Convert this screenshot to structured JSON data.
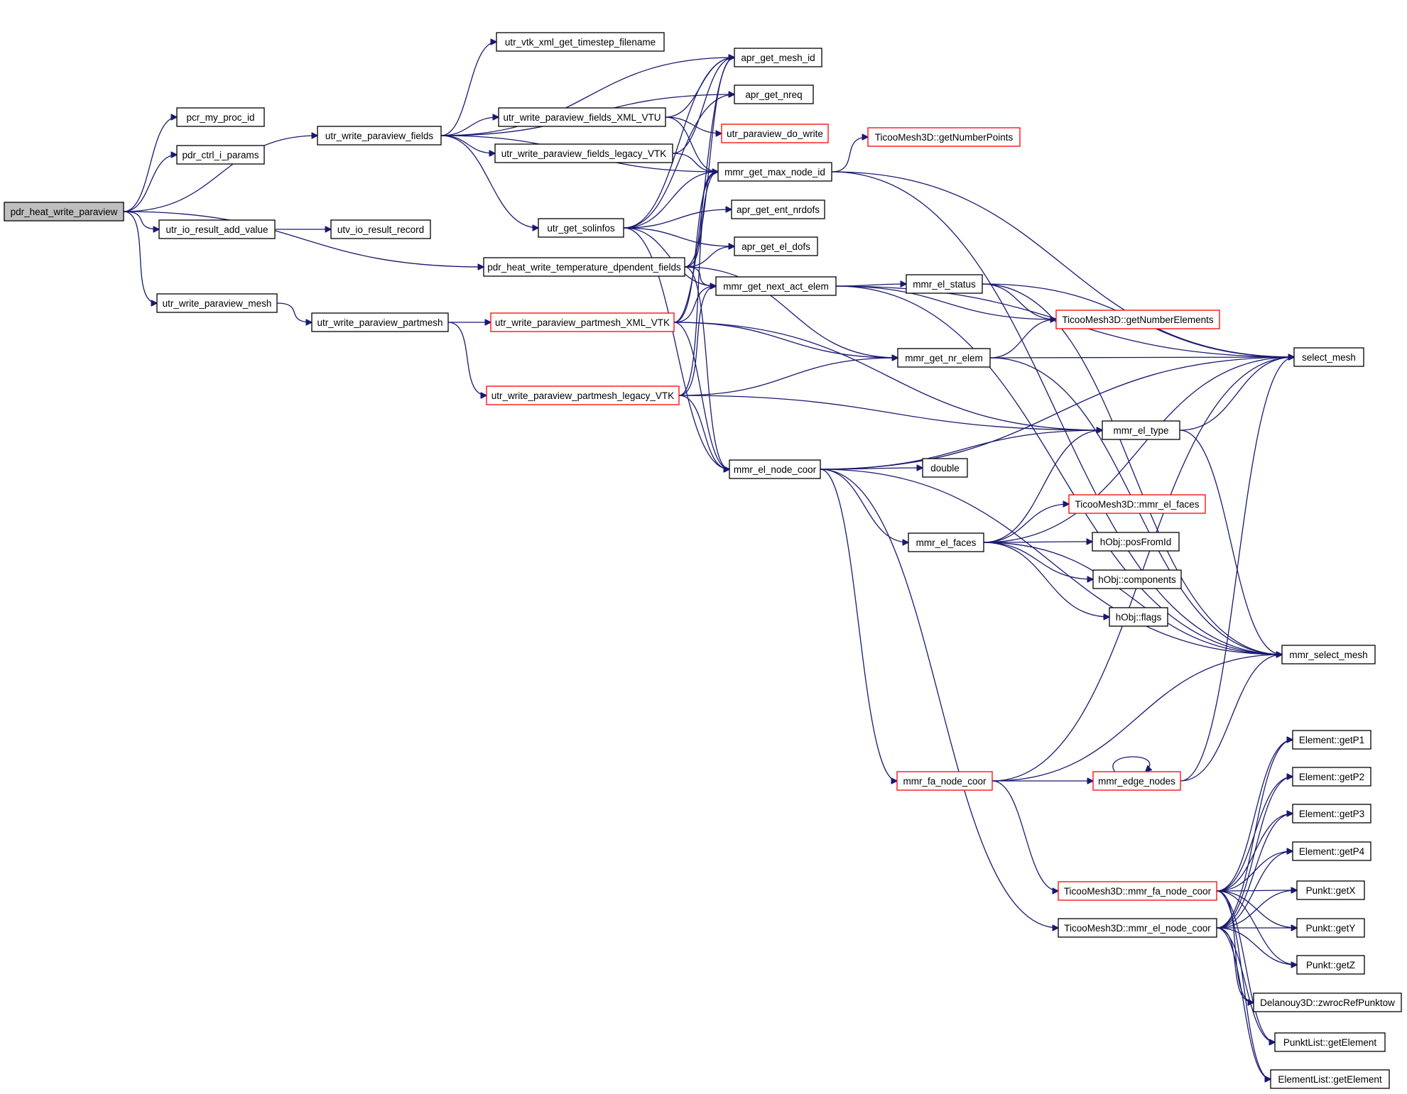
{
  "colors": {
    "edge": "#191970",
    "normal_border": "#000000",
    "red_border": "#ff0000",
    "root_fill": "#bfbfbf"
  },
  "nodes": [
    {
      "id": "pdr_heat_write_paraview",
      "label": "pdr_heat_write_paraview",
      "style": "root"
    },
    {
      "id": "pcr_my_proc_id",
      "label": "pcr_my_proc_id",
      "style": "normal"
    },
    {
      "id": "pdr_ctrl_i_params",
      "label": "pdr_ctrl_i_params",
      "style": "normal"
    },
    {
      "id": "utr_write_paraview_fields",
      "label": "utr_write_paraview_fields",
      "style": "normal"
    },
    {
      "id": "utr_io_result_add_value",
      "label": "utr_io_result_add_value",
      "style": "normal"
    },
    {
      "id": "utv_io_result_record",
      "label": "utv_io_result_record",
      "style": "normal"
    },
    {
      "id": "utr_write_paraview_mesh",
      "label": "utr_write_paraview_mesh",
      "style": "normal"
    },
    {
      "id": "utr_write_paraview_partmesh",
      "label": "utr_write_paraview_partmesh",
      "style": "normal"
    },
    {
      "id": "utr_vtk_xml_get_timestep_filename",
      "label": "utr_vtk_xml_get_timestep_filename",
      "style": "normal"
    },
    {
      "id": "utr_write_paraview_fields_XML_VTU",
      "label": "utr_write_paraview_fields_XML_VTU",
      "style": "normal"
    },
    {
      "id": "utr_write_paraview_fields_legacy_VTK",
      "label": "utr_write_paraview_fields_legacy_VTK",
      "style": "normal"
    },
    {
      "id": "utr_get_solinfos",
      "label": "utr_get_solinfos",
      "style": "normal"
    },
    {
      "id": "pdr_heat_write_temperature_dpendent_fields",
      "label": "pdr_heat_write_temperature_dpendent_fields",
      "style": "normal"
    },
    {
      "id": "utr_write_paraview_partmesh_XML_VTK",
      "label": "utr_write_paraview_partmesh_XML_VTK",
      "style": "red"
    },
    {
      "id": "utr_write_paraview_partmesh_legacy_VTK",
      "label": "utr_write_paraview_partmesh_legacy_VTK",
      "style": "red"
    },
    {
      "id": "apr_get_mesh_id",
      "label": "apr_get_mesh_id",
      "style": "normal"
    },
    {
      "id": "apr_get_nreq",
      "label": "apr_get_nreq",
      "style": "normal"
    },
    {
      "id": "utr_paraview_do_write",
      "label": "utr_paraview_do_write",
      "style": "red"
    },
    {
      "id": "mmr_get_max_node_id",
      "label": "mmr_get_max_node_id",
      "style": "normal"
    },
    {
      "id": "apr_get_ent_nrdofs",
      "label": "apr_get_ent_nrdofs",
      "style": "normal"
    },
    {
      "id": "apr_get_el_dofs",
      "label": "apr_get_el_dofs",
      "style": "normal"
    },
    {
      "id": "mmr_get_next_act_elem",
      "label": "mmr_get_next_act_elem",
      "style": "normal"
    },
    {
      "id": "mmr_el_node_coor",
      "label": "mmr_el_node_coor",
      "style": "normal"
    },
    {
      "id": "mmr_fa_node_coor",
      "label": "mmr_fa_node_coor",
      "style": "red"
    },
    {
      "id": "TicooMesh3D::getNumberPoints",
      "label": "TicooMesh3D::getNumberPoints",
      "style": "red"
    },
    {
      "id": "mmr_el_status",
      "label": "mmr_el_status",
      "style": "normal"
    },
    {
      "id": "mmr_get_nr_elem",
      "label": "mmr_get_nr_elem",
      "style": "normal"
    },
    {
      "id": "double",
      "label": "double",
      "style": "normal"
    },
    {
      "id": "mmr_el_faces",
      "label": "mmr_el_faces",
      "style": "normal"
    },
    {
      "id": "TicooMesh3D::getNumberElements",
      "label": "TicooMesh3D::getNumberElements",
      "style": "red"
    },
    {
      "id": "mmr_el_type",
      "label": "mmr_el_type",
      "style": "normal"
    },
    {
      "id": "TicooMesh3D::mmr_el_faces",
      "label": "TicooMesh3D::mmr_el_faces",
      "style": "red"
    },
    {
      "id": "hObj::posFromId",
      "label": "hObj::posFromId",
      "style": "normal"
    },
    {
      "id": "hObj::components",
      "label": "hObj::components",
      "style": "normal"
    },
    {
      "id": "hObj::flags",
      "label": "hObj::flags",
      "style": "normal"
    },
    {
      "id": "mmr_edge_nodes",
      "label": "mmr_edge_nodes",
      "style": "red"
    },
    {
      "id": "TicooMesh3D::mmr_fa_node_coor",
      "label": "TicooMesh3D::mmr_fa_node_coor",
      "style": "red"
    },
    {
      "id": "TicooMesh3D::mmr_el_node_coor",
      "label": "TicooMesh3D::mmr_el_node_coor",
      "style": "normal"
    },
    {
      "id": "select_mesh",
      "label": "select_mesh",
      "style": "normal"
    },
    {
      "id": "mmr_select_mesh",
      "label": "mmr_select_mesh",
      "style": "normal"
    },
    {
      "id": "Element::getP1",
      "label": "Element::getP1",
      "style": "normal"
    },
    {
      "id": "Element::getP2",
      "label": "Element::getP2",
      "style": "normal"
    },
    {
      "id": "Element::getP3",
      "label": "Element::getP3",
      "style": "normal"
    },
    {
      "id": "Element::getP4",
      "label": "Element::getP4",
      "style": "normal"
    },
    {
      "id": "Punkt::getX",
      "label": "Punkt::getX",
      "style": "normal"
    },
    {
      "id": "Punkt::getY",
      "label": "Punkt::getY",
      "style": "normal"
    },
    {
      "id": "Punkt::getZ",
      "label": "Punkt::getZ",
      "style": "normal"
    },
    {
      "id": "Delanouy3D::zwrocRefPunktow",
      "label": "Delanouy3D::zwrocRefPunktow",
      "style": "normal"
    },
    {
      "id": "PunktList::getElement",
      "label": "PunktList::getElement",
      "style": "normal"
    },
    {
      "id": "ElementList::getElement",
      "label": "ElementList::getElement",
      "style": "normal"
    }
  ],
  "edges": [
    [
      "pdr_heat_write_paraview",
      "pcr_my_proc_id"
    ],
    [
      "pdr_heat_write_paraview",
      "pdr_ctrl_i_params"
    ],
    [
      "pdr_heat_write_paraview",
      "utr_write_paraview_fields"
    ],
    [
      "pdr_heat_write_paraview",
      "utr_io_result_add_value"
    ],
    [
      "pdr_heat_write_paraview",
      "pdr_heat_write_temperature_dpendent_fields"
    ],
    [
      "pdr_heat_write_paraview",
      "utr_write_paraview_mesh"
    ],
    [
      "utr_io_result_add_value",
      "utv_io_result_record"
    ],
    [
      "utr_write_paraview_mesh",
      "utr_write_paraview_partmesh"
    ],
    [
      "utr_write_paraview_partmesh",
      "utr_write_paraview_partmesh_XML_VTK"
    ],
    [
      "utr_write_paraview_partmesh",
      "utr_write_paraview_partmesh_legacy_VTK"
    ],
    [
      "utr_write_paraview_fields",
      "utr_vtk_xml_get_timestep_filename"
    ],
    [
      "utr_write_paraview_fields",
      "apr_get_mesh_id"
    ],
    [
      "utr_write_paraview_fields",
      "apr_get_nreq"
    ],
    [
      "utr_write_paraview_fields",
      "utr_write_paraview_fields_XML_VTU"
    ],
    [
      "utr_write_paraview_fields",
      "utr_write_paraview_fields_legacy_VTK"
    ],
    [
      "utr_write_paraview_fields",
      "mmr_get_max_node_id"
    ],
    [
      "utr_write_paraview_fields",
      "utr_get_solinfos"
    ],
    [
      "utr_write_paraview_fields_XML_VTU",
      "apr_get_mesh_id"
    ],
    [
      "utr_write_paraview_fields_XML_VTU",
      "utr_paraview_do_write"
    ],
    [
      "utr_write_paraview_fields_XML_VTU",
      "mmr_get_max_node_id"
    ],
    [
      "utr_write_paraview_fields_legacy_VTK",
      "apr_get_mesh_id"
    ],
    [
      "utr_write_paraview_fields_legacy_VTK",
      "mmr_get_max_node_id"
    ],
    [
      "utr_get_solinfos",
      "apr_get_mesh_id"
    ],
    [
      "utr_get_solinfos",
      "apr_get_nreq"
    ],
    [
      "utr_get_solinfos",
      "mmr_get_max_node_id"
    ],
    [
      "utr_get_solinfos",
      "apr_get_ent_nrdofs"
    ],
    [
      "utr_get_solinfos",
      "apr_get_el_dofs"
    ],
    [
      "utr_get_solinfos",
      "mmr_get_next_act_elem"
    ],
    [
      "utr_get_solinfos",
      "mmr_el_node_coor"
    ],
    [
      "pdr_heat_write_temperature_dpendent_fields",
      "apr_get_mesh_id"
    ],
    [
      "pdr_heat_write_temperature_dpendent_fields",
      "mmr_get_max_node_id"
    ],
    [
      "pdr_heat_write_temperature_dpendent_fields",
      "apr_get_el_dofs"
    ],
    [
      "pdr_heat_write_temperature_dpendent_fields",
      "mmr_get_next_act_elem"
    ],
    [
      "pdr_heat_write_temperature_dpendent_fields",
      "mmr_el_node_coor"
    ],
    [
      "pdr_heat_write_temperature_dpendent_fields",
      "mmr_get_nr_elem"
    ],
    [
      "utr_write_paraview_partmesh_XML_VTK",
      "apr_get_mesh_id"
    ],
    [
      "utr_write_paraview_partmesh_XML_VTK",
      "mmr_get_max_node_id"
    ],
    [
      "utr_write_paraview_partmesh_XML_VTK",
      "mmr_get_next_act_elem"
    ],
    [
      "utr_write_paraview_partmesh_XML_VTK",
      "mmr_get_nr_elem"
    ],
    [
      "utr_write_paraview_partmesh_XML_VTK",
      "mmr_el_type"
    ],
    [
      "utr_write_paraview_partmesh_XML_VTK",
      "mmr_el_node_coor"
    ],
    [
      "utr_write_paraview_partmesh_legacy_VTK",
      "mmr_get_max_node_id"
    ],
    [
      "utr_write_paraview_partmesh_legacy_VTK",
      "mmr_get_next_act_elem"
    ],
    [
      "utr_write_paraview_partmesh_legacy_VTK",
      "mmr_get_nr_elem"
    ],
    [
      "utr_write_paraview_partmesh_legacy_VTK",
      "mmr_el_node_coor"
    ],
    [
      "utr_write_paraview_partmesh_legacy_VTK",
      "mmr_el_type"
    ],
    [
      "mmr_get_max_node_id",
      "TicooMesh3D::getNumberPoints"
    ],
    [
      "mmr_get_max_node_id",
      "select_mesh"
    ],
    [
      "mmr_get_max_node_id",
      "mmr_select_mesh"
    ],
    [
      "mmr_get_next_act_elem",
      "mmr_el_status"
    ],
    [
      "mmr_get_next_act_elem",
      "TicooMesh3D::getNumberElements"
    ],
    [
      "mmr_get_next_act_elem",
      "select_mesh"
    ],
    [
      "mmr_get_next_act_elem",
      "mmr_select_mesh"
    ],
    [
      "mmr_el_status",
      "TicooMesh3D::getNumberElements"
    ],
    [
      "mmr_el_status",
      "select_mesh"
    ],
    [
      "mmr_el_status",
      "mmr_select_mesh"
    ],
    [
      "mmr_get_nr_elem",
      "TicooMesh3D::getNumberElements"
    ],
    [
      "mmr_get_nr_elem",
      "select_mesh"
    ],
    [
      "mmr_get_nr_elem",
      "mmr_select_mesh"
    ],
    [
      "mmr_el_type",
      "select_mesh"
    ],
    [
      "mmr_el_type",
      "mmr_select_mesh"
    ],
    [
      "mmr_el_node_coor",
      "select_mesh"
    ],
    [
      "mmr_el_node_coor",
      "mmr_el_type"
    ],
    [
      "mmr_el_node_coor",
      "double"
    ],
    [
      "mmr_el_node_coor",
      "mmr_el_faces"
    ],
    [
      "mmr_el_node_coor",
      "mmr_fa_node_coor"
    ],
    [
      "mmr_el_node_coor",
      "mmr_select_mesh"
    ],
    [
      "mmr_el_node_coor",
      "TicooMesh3D::mmr_el_node_coor"
    ],
    [
      "mmr_el_faces",
      "mmr_el_type"
    ],
    [
      "mmr_el_faces",
      "TicooMesh3D::mmr_el_faces"
    ],
    [
      "mmr_el_faces",
      "hObj::posFromId"
    ],
    [
      "mmr_el_faces",
      "hObj::components"
    ],
    [
      "mmr_el_faces",
      "hObj::flags"
    ],
    [
      "mmr_el_faces",
      "select_mesh"
    ],
    [
      "mmr_el_faces",
      "mmr_select_mesh"
    ],
    [
      "mmr_fa_node_coor",
      "select_mesh"
    ],
    [
      "mmr_fa_node_coor",
      "mmr_edge_nodes"
    ],
    [
      "mmr_fa_node_coor",
      "mmr_select_mesh"
    ],
    [
      "mmr_fa_node_coor",
      "TicooMesh3D::mmr_fa_node_coor"
    ],
    [
      "mmr_edge_nodes",
      "mmr_edge_nodes"
    ],
    [
      "mmr_edge_nodes",
      "select_mesh"
    ],
    [
      "mmr_edge_nodes",
      "mmr_select_mesh"
    ],
    [
      "TicooMesh3D::mmr_fa_node_coor",
      "Element::getP1"
    ],
    [
      "TicooMesh3D::mmr_fa_node_coor",
      "Element::getP2"
    ],
    [
      "TicooMesh3D::mmr_fa_node_coor",
      "Element::getP3"
    ],
    [
      "TicooMesh3D::mmr_fa_node_coor",
      "Element::getP4"
    ],
    [
      "TicooMesh3D::mmr_fa_node_coor",
      "Punkt::getX"
    ],
    [
      "TicooMesh3D::mmr_fa_node_coor",
      "Punkt::getY"
    ],
    [
      "TicooMesh3D::mmr_fa_node_coor",
      "Punkt::getZ"
    ],
    [
      "TicooMesh3D::mmr_fa_node_coor",
      "Delanouy3D::zwrocRefPunktow"
    ],
    [
      "TicooMesh3D::mmr_fa_node_coor",
      "PunktList::getElement"
    ],
    [
      "TicooMesh3D::mmr_fa_node_coor",
      "ElementList::getElement"
    ],
    [
      "TicooMesh3D::mmr_el_node_coor",
      "Element::getP1"
    ],
    [
      "TicooMesh3D::mmr_el_node_coor",
      "Element::getP2"
    ],
    [
      "TicooMesh3D::mmr_el_node_coor",
      "Element::getP3"
    ],
    [
      "TicooMesh3D::mmr_el_node_coor",
      "Element::getP4"
    ],
    [
      "TicooMesh3D::mmr_el_node_coor",
      "Punkt::getX"
    ],
    [
      "TicooMesh3D::mmr_el_node_coor",
      "Punkt::getY"
    ],
    [
      "TicooMesh3D::mmr_el_node_coor",
      "Punkt::getZ"
    ],
    [
      "TicooMesh3D::mmr_el_node_coor",
      "Delanouy3D::zwrocRefPunktow"
    ],
    [
      "TicooMesh3D::mmr_el_node_coor",
      "PunktList::getElement"
    ],
    [
      "TicooMesh3D::mmr_el_node_coor",
      "ElementList::getElement"
    ]
  ]
}
